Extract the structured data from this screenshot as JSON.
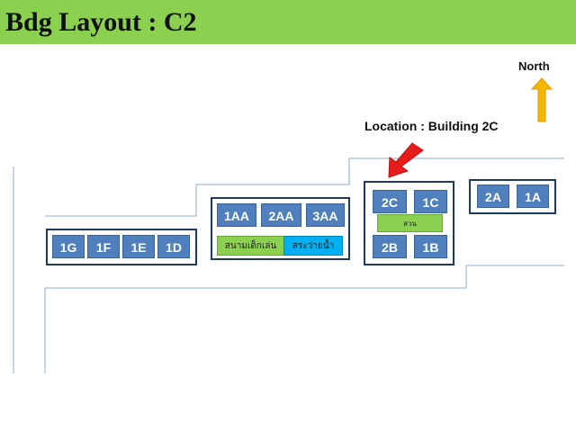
{
  "title": "Bdg Layout : C2",
  "north_label": "North",
  "location_label": "Location : Building 2C",
  "colors": {
    "header": "#8cd050",
    "building": "#4f80bd",
    "playground": "#8cd050",
    "pool": "#00b0f0",
    "arrow_red": "#e81c1c",
    "arrow_north": "#f5b800"
  },
  "groups": {
    "west": {
      "buildings": [
        "1G",
        "1F",
        "1E",
        "1D"
      ]
    },
    "center": {
      "buildings": [
        "1AA",
        "2AA",
        "3AA"
      ],
      "playground": "สนามเด็กเล่น",
      "pool": "สระว่ายน้ำ"
    },
    "c_block": {
      "top": [
        "2C",
        "1C"
      ],
      "garden": "สวน",
      "bottom": [
        "2B",
        "1B"
      ]
    },
    "east": {
      "buildings": [
        "2A",
        "1A"
      ]
    }
  }
}
